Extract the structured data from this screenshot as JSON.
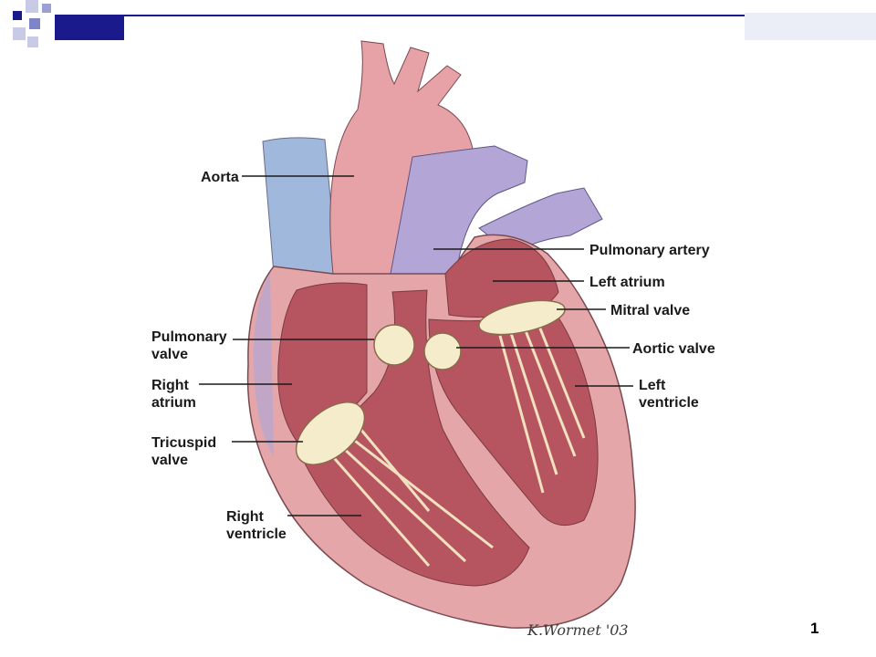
{
  "labels": {
    "aorta": "Aorta",
    "pulmonary_artery": "Pulmonary artery",
    "left_atrium": "Left atrium",
    "mitral_valve": "Mitral valve",
    "pulmonary_valve_1": "Pulmonary",
    "pulmonary_valve_2": "valve",
    "aortic_valve": "Aortic valve",
    "right_atrium_1": "Right",
    "right_atrium_2": "atrium",
    "left_ventricle_1": "Left",
    "left_ventricle_2": "ventricle",
    "tricuspid_valve_1": "Tricuspid",
    "tricuspid_valve_2": "valve",
    "right_ventricle_1": "Right",
    "right_ventricle_2": "ventricle"
  },
  "signature": "K.Wormet '03",
  "page_number": "1",
  "colors": {
    "slide_accent": "#1a1a8c",
    "vein_blue": "#9fb8dc",
    "artery_purple": "#b3a6d6",
    "heart_wall": "#e4a6a8",
    "chamber": "#b65560",
    "valve": "#f4eccb"
  }
}
